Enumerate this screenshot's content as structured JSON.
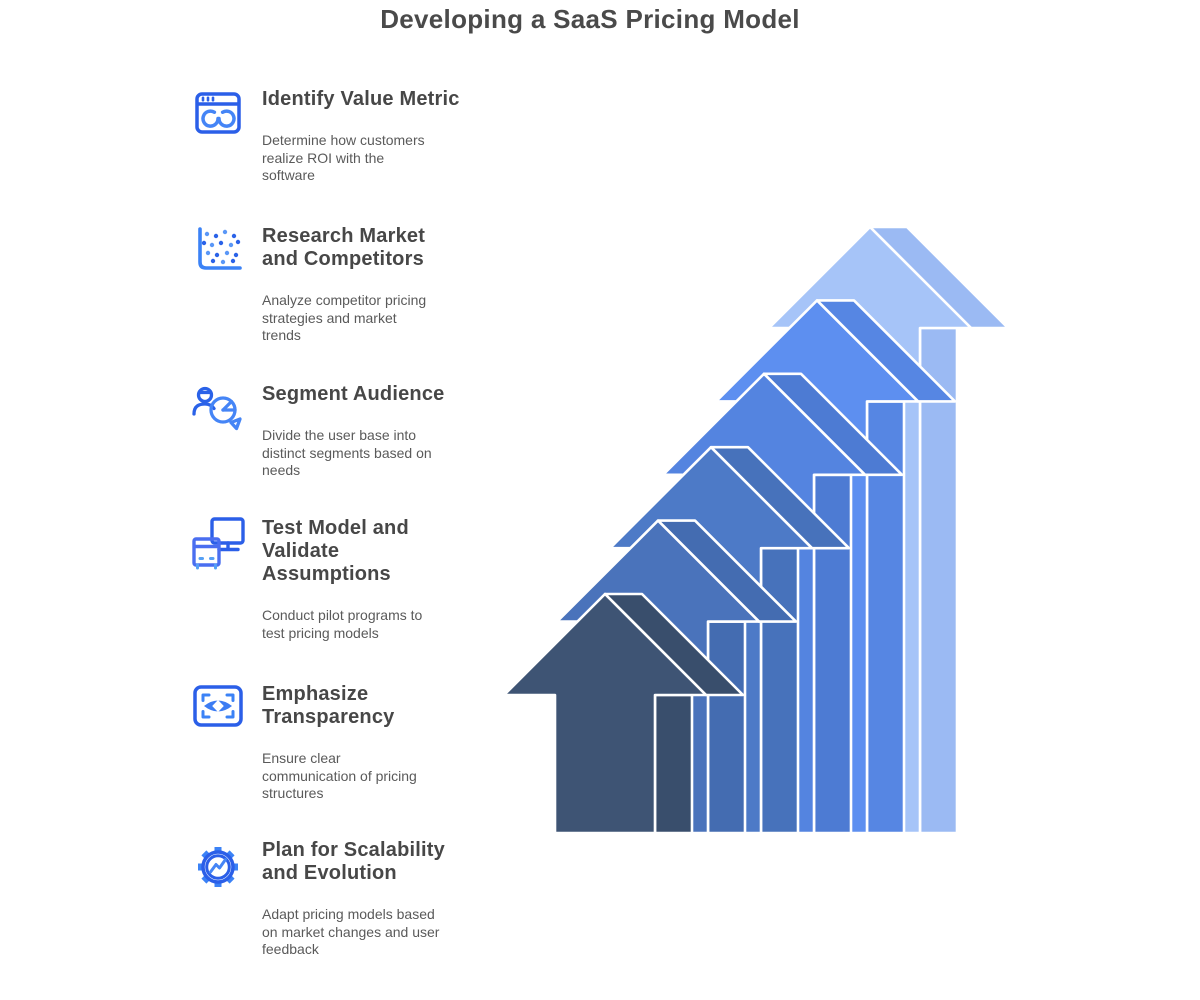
{
  "title": "Developing a SaaS Pricing Model",
  "steps": [
    {
      "icon": "browser-gauges-icon",
      "heading": "Identify Value Metric",
      "description": "Determine how customers\nrealize ROI with the\nsoftware"
    },
    {
      "icon": "scatter-plot-icon",
      "heading": "Research Market\nand Competitors",
      "description": "Analyze competitor pricing\nstrategies and market\ntrends"
    },
    {
      "icon": "audience-pie-icon",
      "heading": "Segment Audience",
      "description": "Divide the user base into\ndistinct segments based on\nneeds"
    },
    {
      "icon": "desktop-computer-icon",
      "heading": "Test Model and\nValidate\nAssumptions",
      "description": "Conduct pilot programs to\ntest pricing models"
    },
    {
      "icon": "transparency-eye-icon",
      "heading": "Emphasize\nTransparency",
      "description": "Ensure clear\ncommunication of pricing\nstructures"
    },
    {
      "icon": "scalability-gear-icon",
      "heading": "Plan for Scalability\nand Evolution",
      "description": "Adapt pricing models based\non market changes and user\nfeedback"
    }
  ],
  "arrow_graphic": {
    "type": "ascending-3d-arrows",
    "count": 6,
    "order": "front-dark-left to back-light-right",
    "front_colors": [
      "#3E5474",
      "#4A73BB",
      "#4D7AC7",
      "#5484E0",
      "#5D8FF0",
      "#A6C4F8"
    ],
    "side_colors": [
      "#394E6C",
      "#446CB1",
      "#4772BB",
      "#4D7BD3",
      "#5686E3",
      "#9BBAF3"
    ],
    "outline": "#ffffff"
  },
  "palette": {
    "title_color": "#4a4a4a",
    "heading_color": "#474747",
    "description_color": "#5a5a5a",
    "icon_blue_dark": "#2b5fe8",
    "icon_blue_light": "#4585f6",
    "background": "#ffffff"
  }
}
